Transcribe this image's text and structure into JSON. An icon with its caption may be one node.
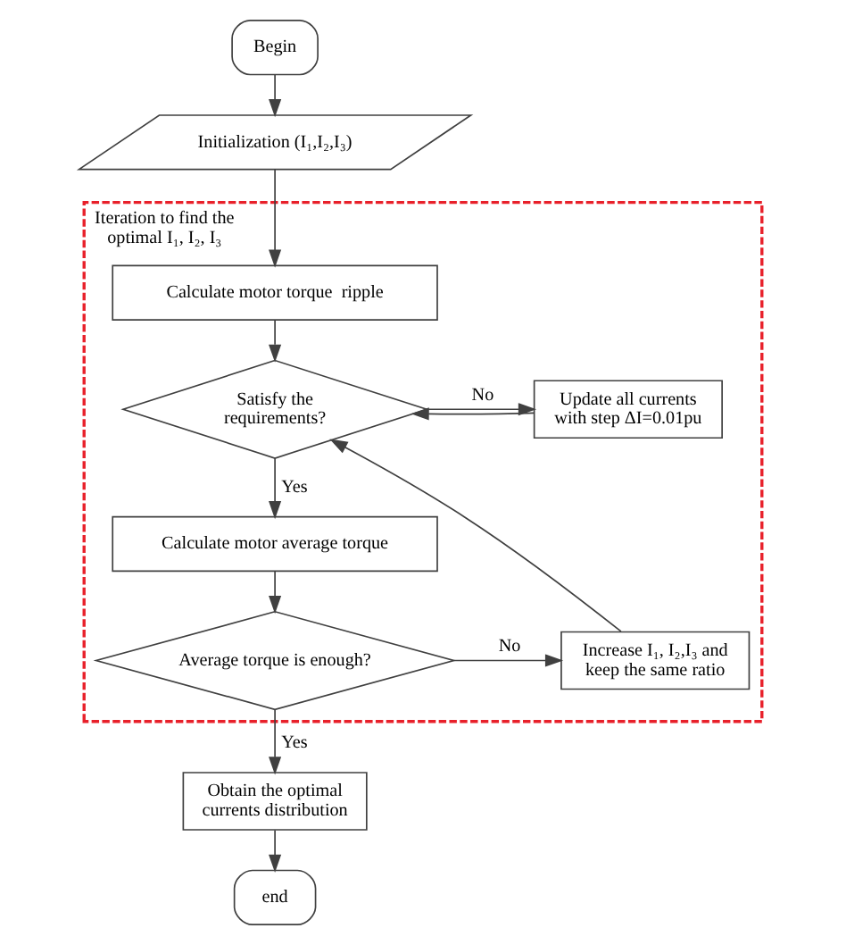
{
  "diagram": {
    "nodes": [
      {
        "text": [
          "Begin"
        ]
      },
      {
        "text": [
          "Initialization (I₁,I₂,I₃)"
        ]
      },
      {
        "text": [
          "Iteration to find the optimal I₁, I₂, I₃"
        ]
      },
      {
        "text": [
          "Calculate motor torque  ripple"
        ],
        "in": 2
      },
      {
        "text": [
          "Satisfy the requirements?"
        ],
        "in": 2
      },
      {
        "text": [
          "Update all currents with step ΔI=0.01pu"
        ],
        "in": 2
      },
      {
        "text": [
          "Calculate motor average torque"
        ],
        "in": 2
      },
      {
        "text": [
          "Average torque is enough?"
        ],
        "in": 2
      },
      {
        "text": [
          "Increase I₁, I₂,I₃ and keep the same ratio"
        ],
        "in": 2
      },
      {
        "text": [
          "Obtain the optimal currents distribution"
        ]
      },
      {
        "text": [
          "end"
        ]
      }
    ],
    "edges": [
      {
        "from": 0,
        "to": 1,
        "arrow": "to"
      },
      {
        "from": 1,
        "to": 3,
        "arrow": "to"
      },
      {
        "from": 3,
        "to": 4,
        "arrow": "to"
      },
      {
        "from": 4,
        "to": 5,
        "arrow": "to",
        "label": "No"
      },
      {
        "from": 5,
        "to": 4,
        "arrow": "to"
      },
      {
        "from": 4,
        "to": 6,
        "arrow": "to",
        "label": "Yes"
      },
      {
        "from": 6,
        "to": 7,
        "arrow": "to"
      },
      {
        "from": 7,
        "to": 8,
        "arrow": "to",
        "label": "No"
      },
      {
        "from": 8,
        "to": 4,
        "arrow": "to"
      },
      {
        "from": 7,
        "to": 9,
        "arrow": "to",
        "label": "Yes"
      },
      {
        "from": 9,
        "to": 10,
        "arrow": "to"
      }
    ]
  }
}
